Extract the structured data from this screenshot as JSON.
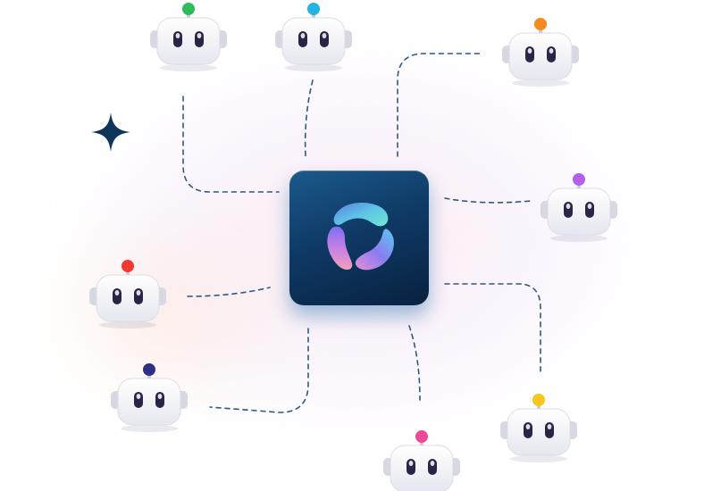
{
  "scene": {
    "hub": {
      "icon": "swirl-logo-icon"
    },
    "sparkle": {
      "icon": "four-point-star-icon",
      "color": "#0e3558"
    },
    "robots": [
      {
        "id": "robot-top-left",
        "antenna_color": "#2bbd57"
      },
      {
        "id": "robot-top-center",
        "antenna_color": "#22b4e3"
      },
      {
        "id": "robot-top-right",
        "antenna_color": "#f58a1f"
      },
      {
        "id": "robot-right",
        "antenna_color": "#b461e8"
      },
      {
        "id": "robot-left",
        "antenna_color": "#ee3a33"
      },
      {
        "id": "robot-bottom-left",
        "antenna_color": "#2e2f86"
      },
      {
        "id": "robot-bottom-center",
        "antenna_color": "#ee4a9a"
      },
      {
        "id": "robot-bottom-right",
        "antenna_color": "#f7c51b"
      }
    ],
    "connector_color": "#2c5a86"
  }
}
